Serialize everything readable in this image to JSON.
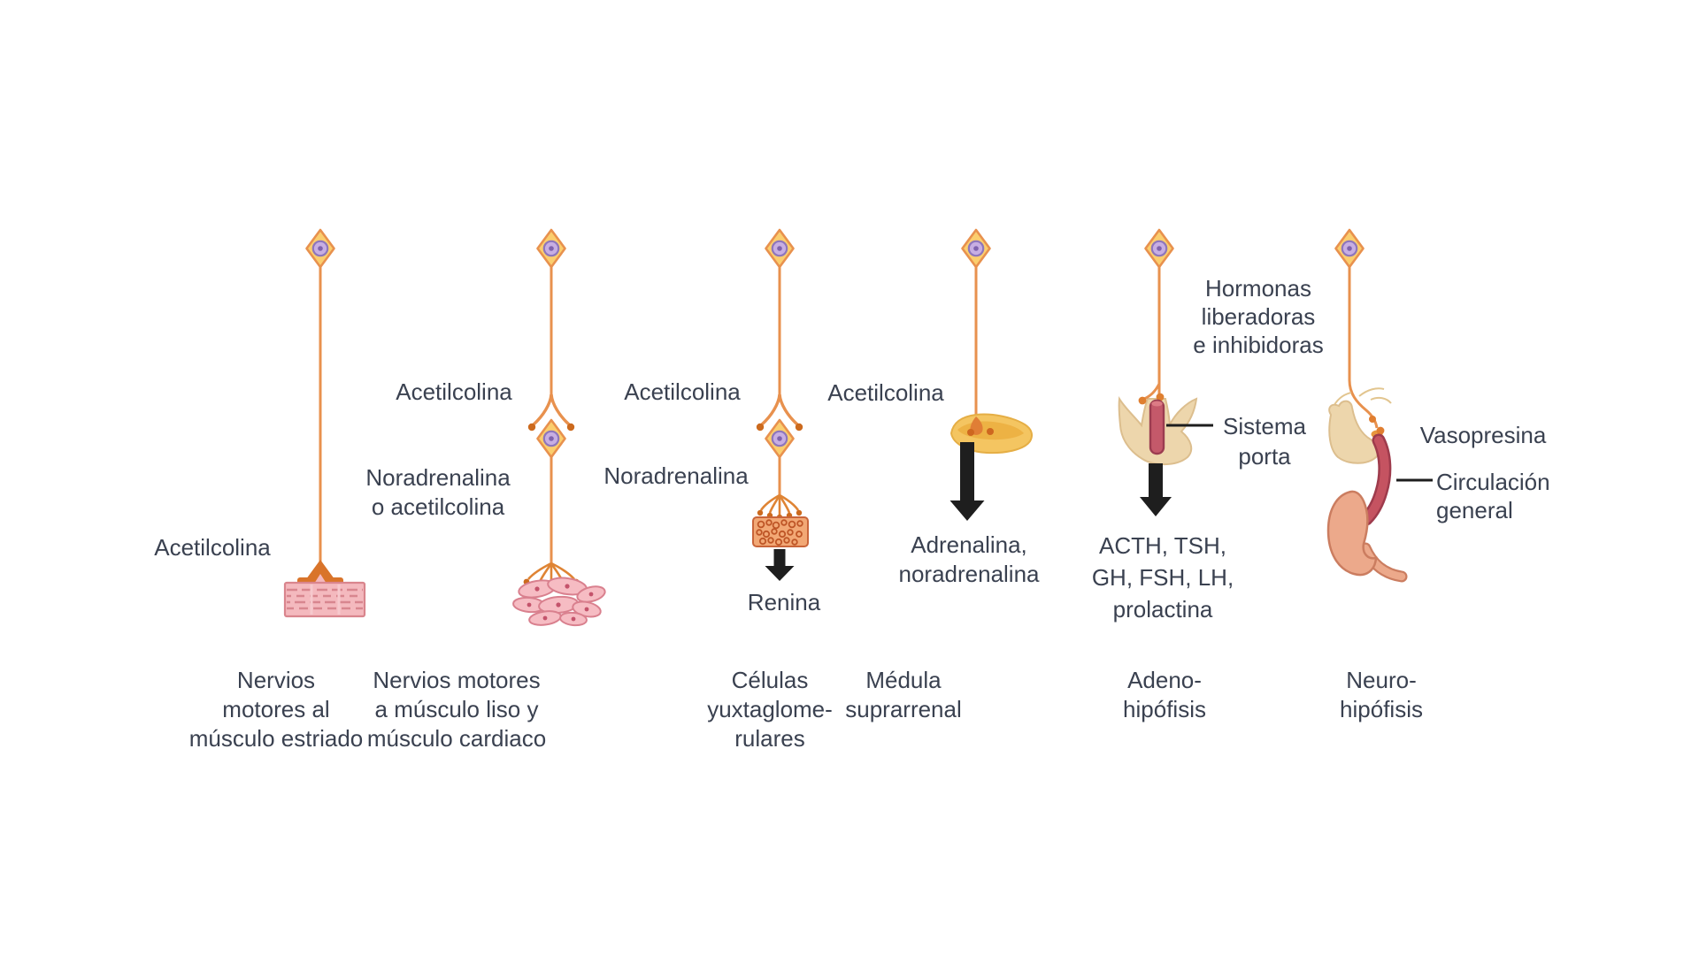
{
  "figure": {
    "description_language": "es",
    "palette": {
      "text": "#3A4150",
      "axon_orange": "#E8914E",
      "soma_fill": "#FBCE6E",
      "nucleus_purple": "#8E76BC",
      "terminal_dark_orange": "#CC6A1E",
      "arrow_black": "#1E1E1E",
      "striated_muscle_pink": "#F4B9BE",
      "smooth_muscle_pink": "#F6BCC3",
      "juxtaglomerular_salmon": "#F2A875",
      "adrenal_gold": "#F4C561",
      "pituitary_tan": "#EDD6AC",
      "portal_red": "#C4596A",
      "vessel_red": "#C55361",
      "kidney_salmon": "#ECA98B"
    },
    "columns": [
      {
        "id": "striated",
        "labels": {
          "transmitter": "Acetilcolina"
        },
        "caption": {
          "lines": [
            "Nervios",
            "motores al",
            "músculo estriado"
          ]
        }
      },
      {
        "id": "smooth-cardiac",
        "labels": {
          "ganglion": "Acetilcolina",
          "post": {
            "lines": [
              "Noradrenalina",
              "o acetilcolina"
            ]
          }
        },
        "caption": {
          "lines": [
            "Nervios motores",
            "a músculo liso y",
            "músculo cardiaco"
          ]
        }
      },
      {
        "id": "juxtaglomerular",
        "labels": {
          "ganglion": "Acetilcolina",
          "post": "Noradrenalina",
          "secretion": "Renina"
        },
        "caption": {
          "lines": [
            "Células",
            "yuxtaglome-",
            "rulares"
          ]
        }
      },
      {
        "id": "adrenal-medulla",
        "labels": {
          "ganglion": "Acetilcolina",
          "secretion": {
            "lines": [
              "Adrenalina,",
              "noradrenalina"
            ]
          }
        },
        "caption": {
          "lines": [
            "Médula",
            "suprarrenal"
          ]
        }
      },
      {
        "id": "adenohypophysis",
        "labels": {
          "hormones_top": {
            "lines": [
              "Hormonas",
              "liberadoras",
              "e inhibidoras"
            ]
          },
          "porta": {
            "lines": [
              "Sistema",
              "porta"
            ]
          },
          "secretion": {
            "lines": [
              "ACTH, TSH,",
              "GH, FSH, LH,",
              "prolactina"
            ]
          }
        },
        "caption": {
          "lines": [
            "Adeno-",
            "hipófisis"
          ]
        }
      },
      {
        "id": "neurohypophysis",
        "labels": {
          "hormone": "Vasopresina",
          "circulation": {
            "lines": [
              "Circulación",
              "general"
            ]
          }
        },
        "caption": {
          "lines": [
            "Neuro-",
            "hipófisis"
          ]
        }
      }
    ]
  }
}
